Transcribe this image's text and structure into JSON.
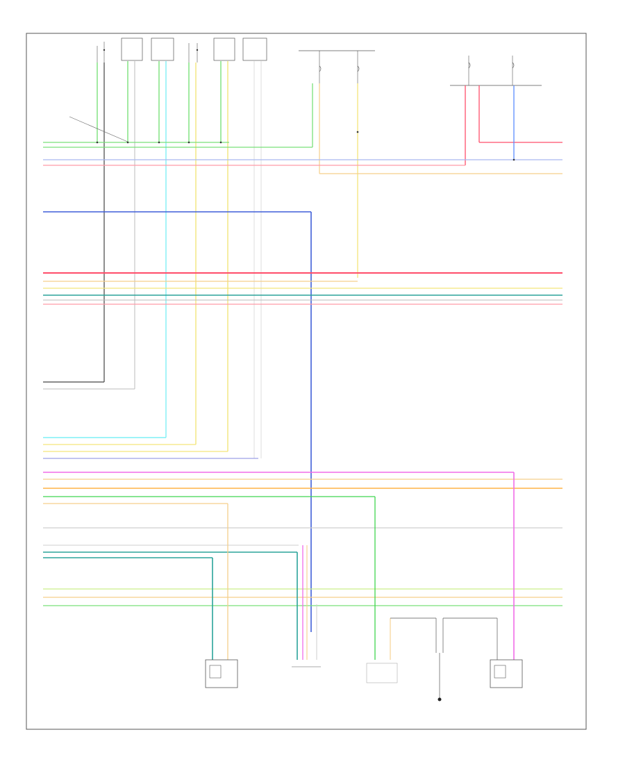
{
  "page_marker": "",
  "colors": {
    "background": "#ffffff",
    "frame": "#555555",
    "light_green": "#79e079",
    "gray": "#999999",
    "light_blue": "#a9b8f0",
    "pink": "#ff9aa8",
    "blue": "#3f5fd8",
    "red": "#ff4d6a",
    "orange_tan": "#f5cf8a",
    "teal": "#2aa39a",
    "cyan": "#7ff0f5",
    "yellow": "#f3e57a",
    "lavender": "#9da0e8",
    "magenta": "#f06ce8",
    "orange": "#ffb347",
    "green": "#3fd54f",
    "dark_gray": "#666666",
    "black": "#222222",
    "sky_blue": "#5a8cff",
    "white_wire": "#cfcfcf"
  },
  "components": [
    {
      "id": "top-connector-1"
    },
    {
      "id": "top-connector-2"
    },
    {
      "id": "top-connector-3"
    },
    {
      "id": "top-connector-4"
    },
    {
      "id": "top-connector-5"
    },
    {
      "id": "top-connector-6"
    },
    {
      "id": "fuse-box-center"
    },
    {
      "id": "fuse-box-right"
    },
    {
      "id": "bottom-module-1"
    },
    {
      "id": "bottom-module-2"
    },
    {
      "id": "bottom-module-3"
    },
    {
      "id": "bottom-ground-4"
    },
    {
      "id": "bottom-module-5"
    }
  ]
}
